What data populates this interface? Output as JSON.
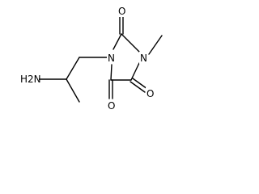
{
  "molecule": {
    "atoms": {
      "amine": "H2N",
      "ring_n1": "N",
      "ring_n3": "N",
      "o_top": "O",
      "o_right": "O",
      "o_bottom": "O"
    },
    "colors": {
      "bond": "#000000",
      "label": "#000000",
      "background": "#ffffff"
    }
  }
}
